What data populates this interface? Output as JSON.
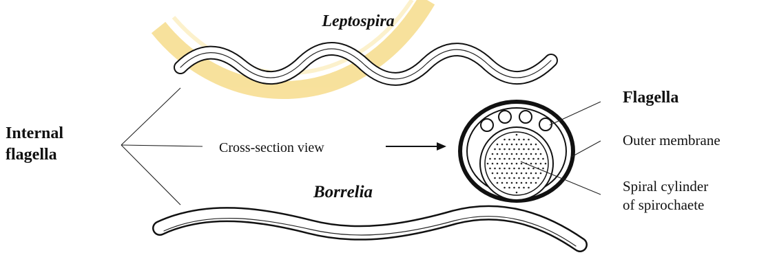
{
  "labels": {
    "leptospira": "Leptospira",
    "borrelia": "Borrelia",
    "internal_flagella_line1": "Internal",
    "internal_flagella_line2": "flagella",
    "cross_section": "Cross-section view",
    "flagella": "Flagella",
    "outer_membrane": "Outer membrane",
    "spiral_cylinder_line1": "Spiral cylinder",
    "spiral_cylinder_line2": "of spirochaete"
  },
  "watermark": {
    "color": "#f2c94c"
  }
}
